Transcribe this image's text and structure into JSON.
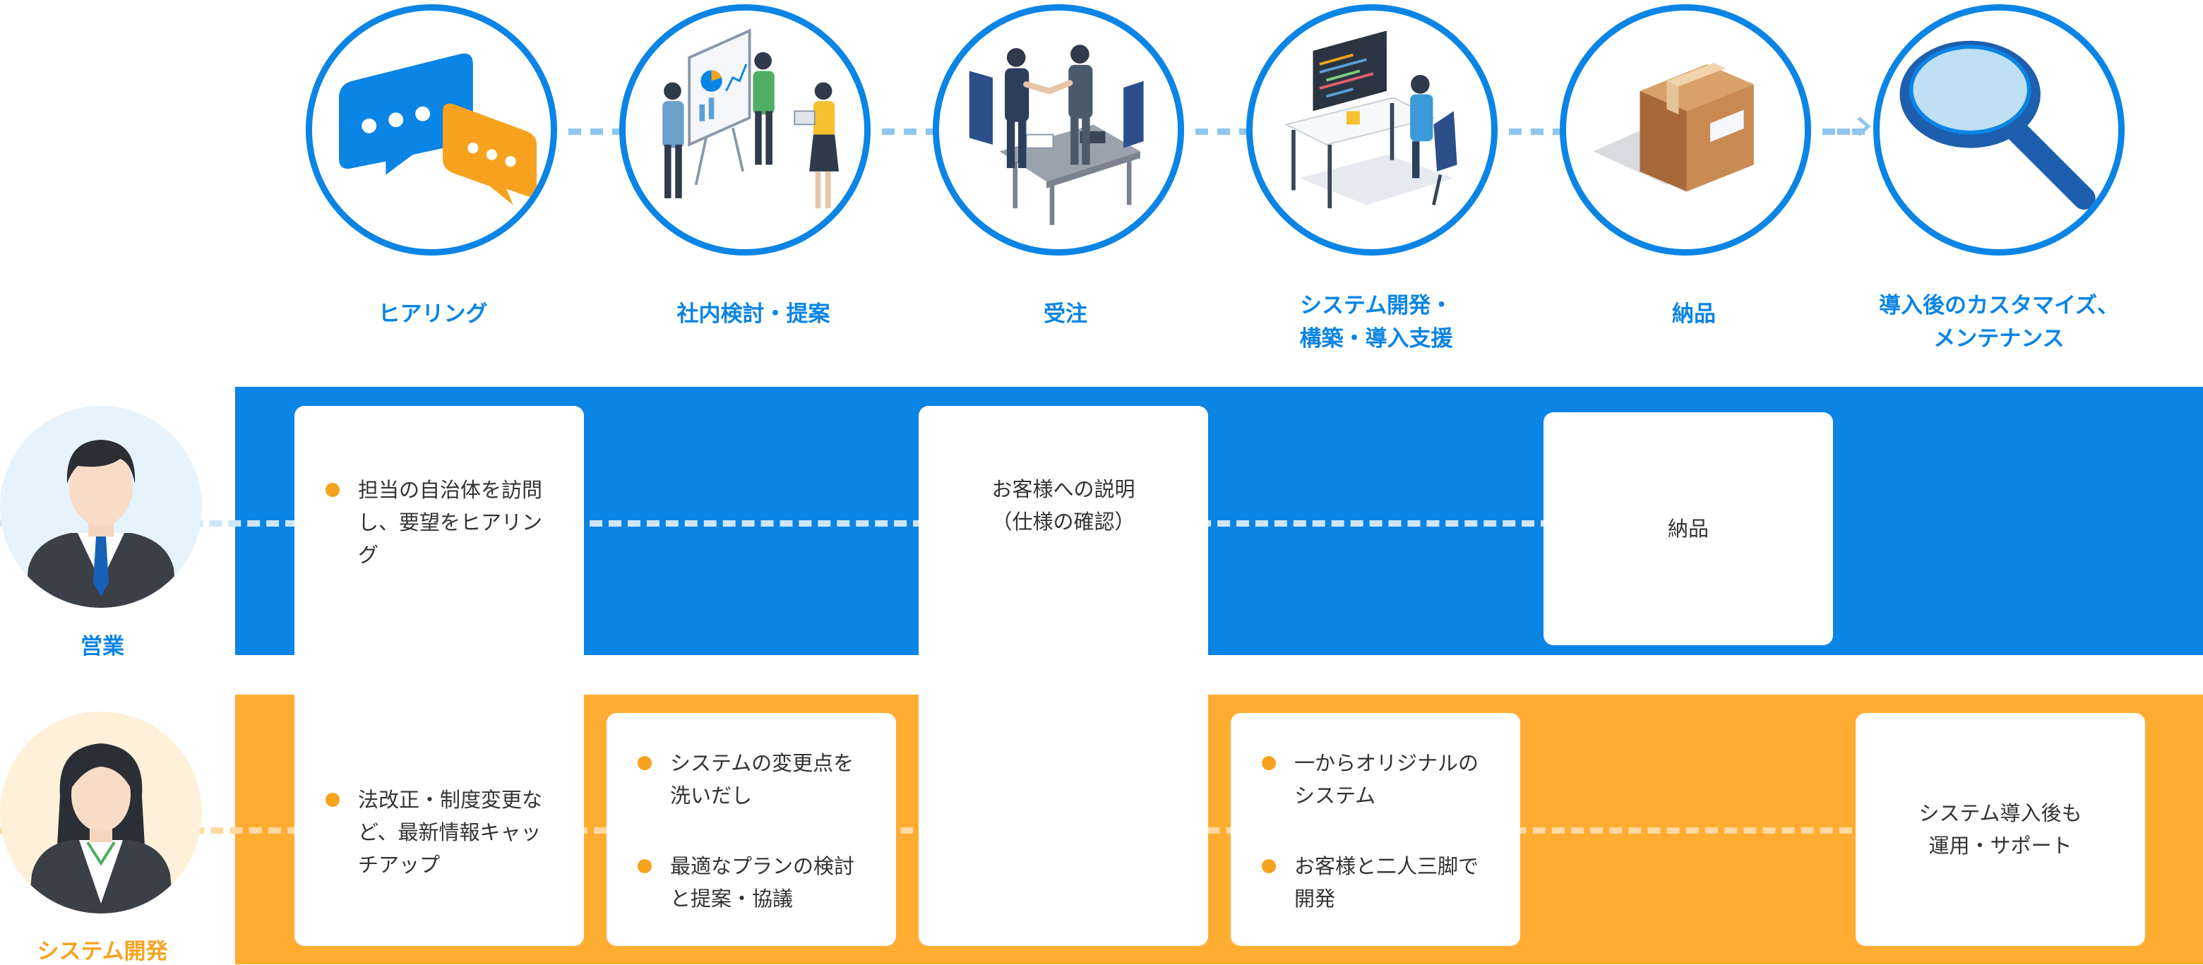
{
  "steps": [
    {
      "label": "ヒアリング",
      "icon": "speech-bubbles-icon"
    },
    {
      "label": "社内検討・提案",
      "icon": "presentation-board-icon"
    },
    {
      "label": "受注",
      "icon": "handshake-meeting-icon"
    },
    {
      "label": "システム開発・\n構築・導入支援",
      "icon": "developer-desk-icon"
    },
    {
      "label": "納品",
      "icon": "cardboard-box-icon"
    },
    {
      "label": "導入後のカスタマイズ、\nメンテナンス",
      "icon": "magnifying-glass-icon"
    }
  ],
  "roles": {
    "sales": "営業",
    "dev": "システム開発"
  },
  "cards": {
    "hearing_sales": "担当の自治体を訪問\nし、要望をヒアリン\nグ",
    "hearing_dev": "法改正・制度変更な\nど、最新情報キャッ\nチアップ",
    "review_1": "システムの変更点を\n洗いだし",
    "review_2": "最適なプランの検討\nと提案・協議",
    "order_sales": "お客様への説明\n（仕様の確認）",
    "develop_1": "一からオリジナルの\nシステム",
    "develop_2": "お客様と二人三脚で\n開発",
    "delivery_sales": "納品",
    "after_dev": "システム導入後も\n運用・サポート"
  },
  "colors": {
    "primary_blue": "#0a84e5",
    "accent_orange": "#ffac33",
    "bullet_orange": "#f7a21e",
    "dash_blue": "#8ec6f0"
  }
}
